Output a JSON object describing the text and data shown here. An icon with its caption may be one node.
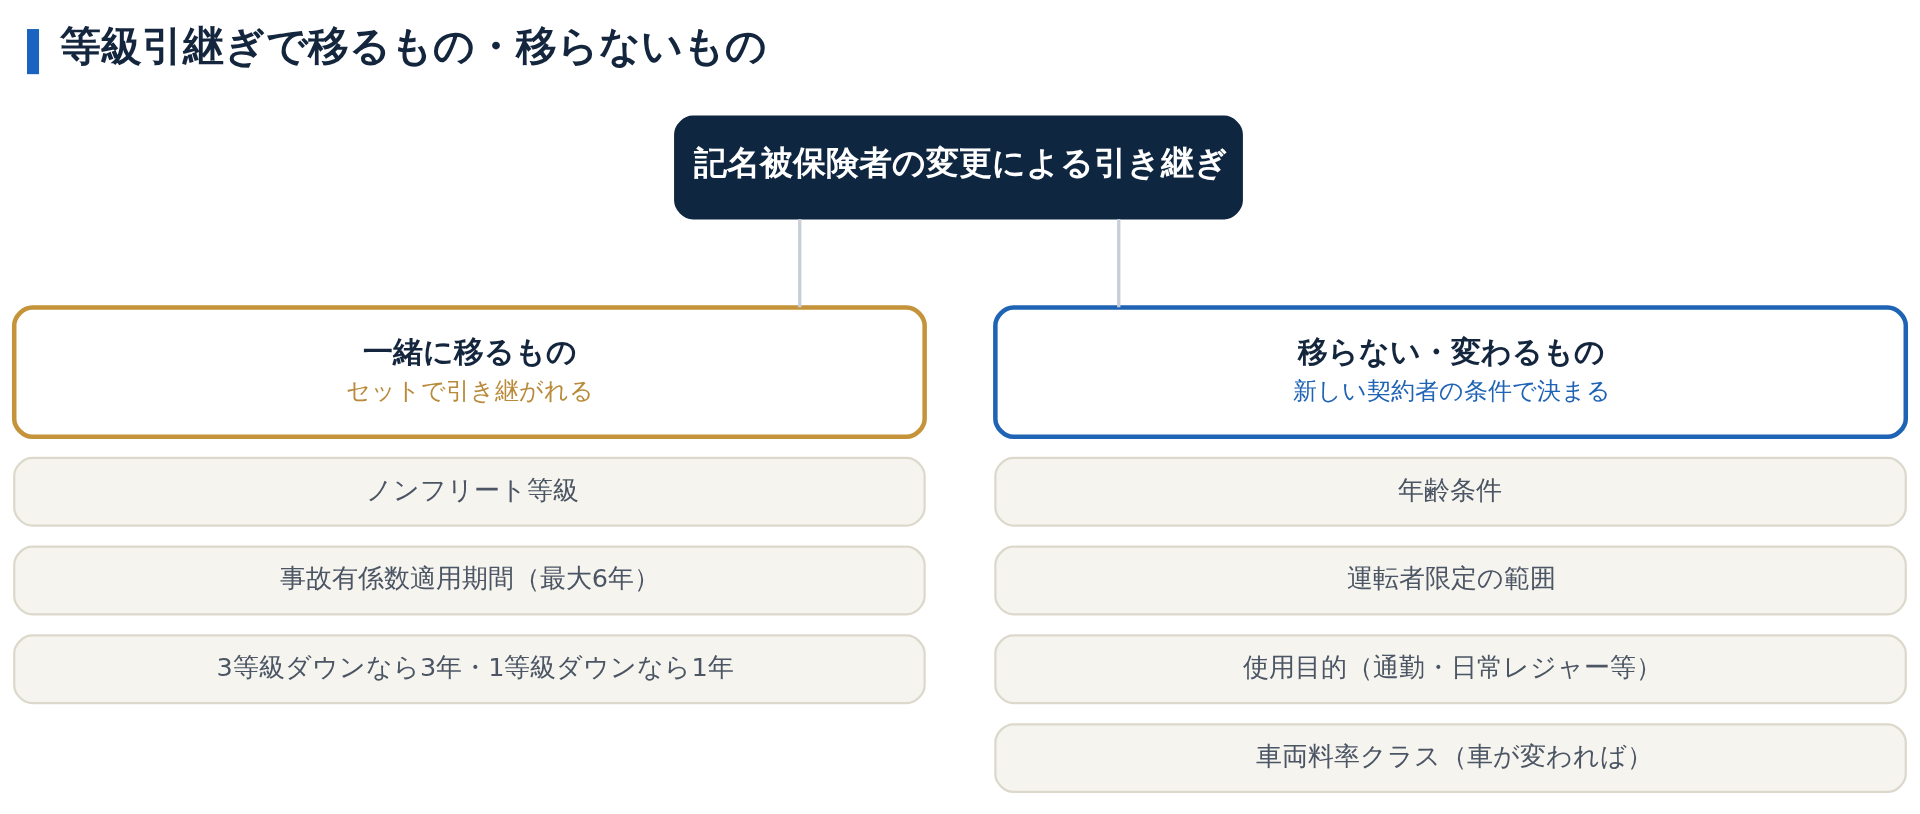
{
  "diagram": {
    "title": "等級引継ぎで移るもの・移らないもの",
    "nodes": [
      {
        "text": [
          "記名被保険者の変更による引き継ぎ"
        ]
      },
      {
        "text": [
          "一緒に移るもの",
          "セットで引き継がれる"
        ]
      },
      {
        "text": [
          "ノンフリート等級"
        ]
      },
      {
        "text": [
          "事故有係数適用期間（最大6年）"
        ]
      },
      {
        "text": [
          "3等級ダウンなら3年・1等級ダウンなら1年"
        ]
      },
      {
        "text": [
          "移らない・変わるもの",
          "新しい契約者の条件で決まる"
        ]
      },
      {
        "text": [
          "年齢条件"
        ]
      },
      {
        "text": [
          "運転者限定の範囲"
        ]
      },
      {
        "text": [
          "使用目的（通勤・日常レジャー等）"
        ]
      },
      {
        "text": [
          "車両料率クラス（車が変われば）"
        ]
      }
    ],
    "edges": [
      {
        "from": 0,
        "to": 1,
        "arrow": "none"
      },
      {
        "from": 0,
        "to": 5,
        "arrow": "none"
      }
    ]
  }
}
